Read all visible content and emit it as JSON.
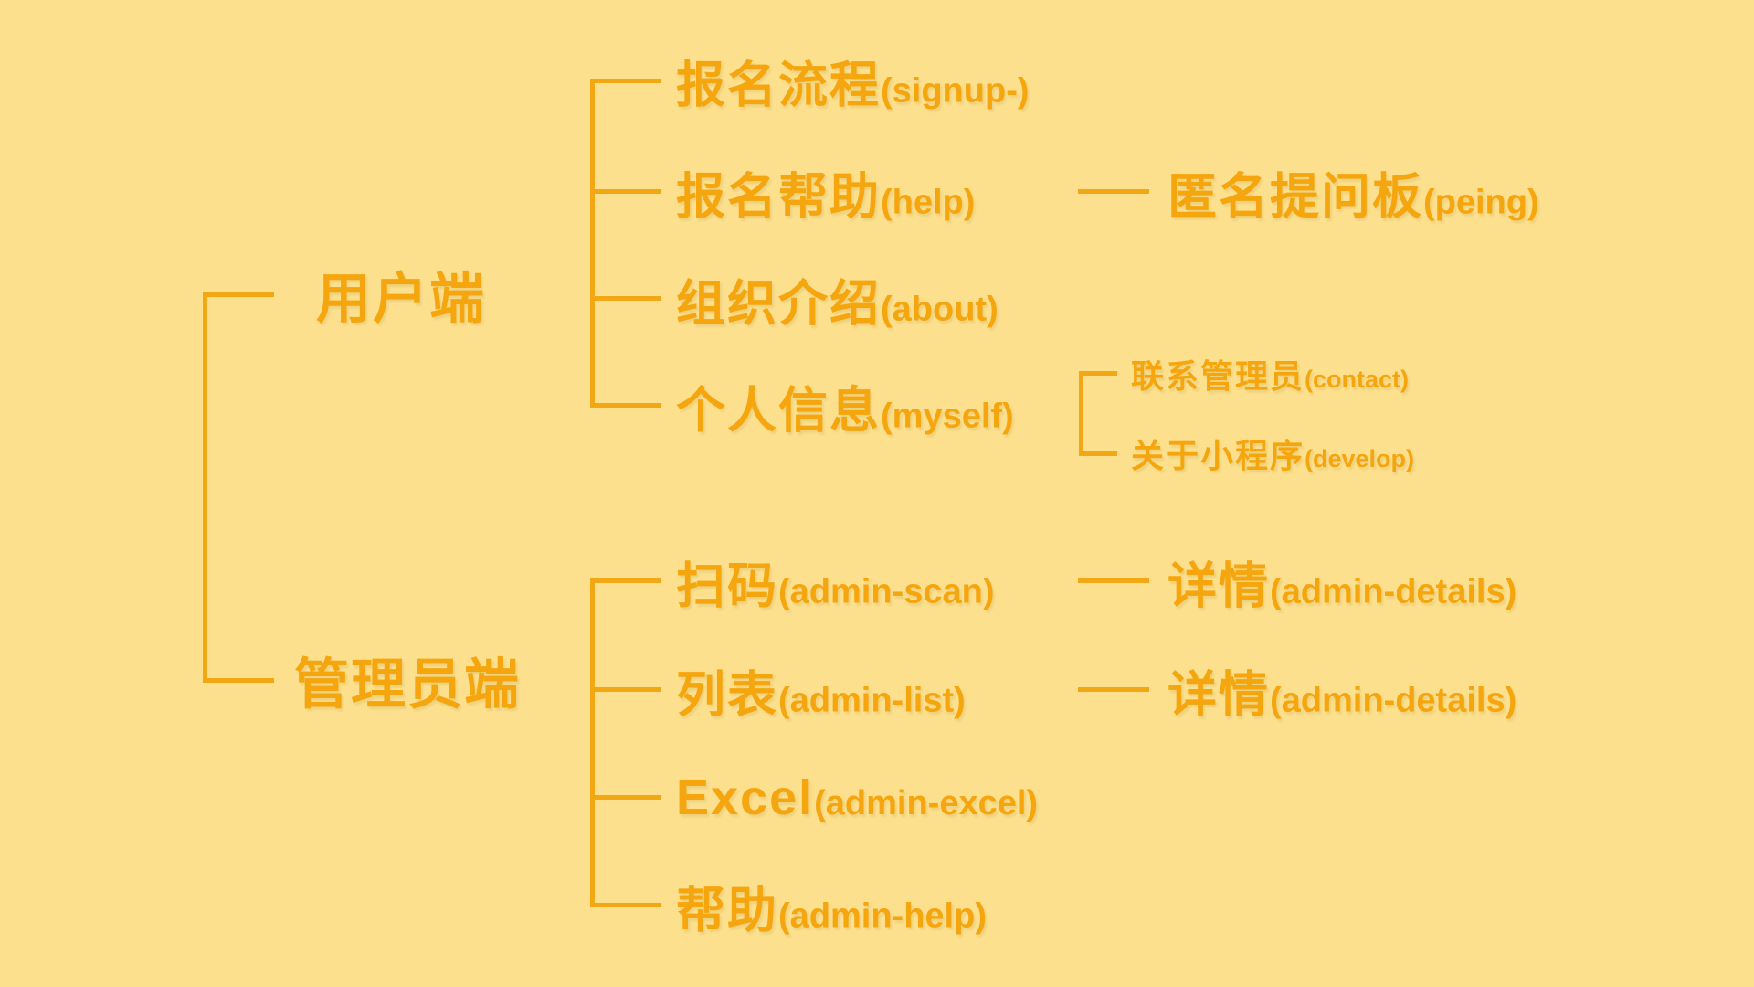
{
  "colors": {
    "background": "#fce08d",
    "text_accent": "#f5a60e",
    "connector": "#f2a815"
  },
  "diagram_type": "mindmap-tree",
  "tree": {
    "branches": [
      {
        "label": "用户端",
        "children": [
          {
            "zh": "报名流程",
            "en": "(signup-)"
          },
          {
            "zh": "报名帮助",
            "en": "(help)",
            "children": [
              {
                "zh": "匿名提问板",
                "en": "(peing)"
              }
            ]
          },
          {
            "zh": "组织介绍",
            "en": "(about)"
          },
          {
            "zh": "个人信息",
            "en": "(myself)",
            "children": [
              {
                "zh": "联系管理员",
                "en": "(contact)"
              },
              {
                "zh": "关于小程序",
                "en": "(develop)"
              }
            ]
          }
        ]
      },
      {
        "label": "管理员端",
        "children": [
          {
            "zh": "扫码",
            "en": "(admin-scan)",
            "children": [
              {
                "zh": "详情",
                "en": "(admin-details)"
              }
            ]
          },
          {
            "zh": "列表",
            "en": "(admin-list)",
            "children": [
              {
                "zh": "详情",
                "en": "(admin-details)"
              }
            ]
          },
          {
            "zh": "Excel",
            "en": "(admin-excel)"
          },
          {
            "zh": "帮助",
            "en": "(admin-help)"
          }
        ]
      }
    ]
  }
}
